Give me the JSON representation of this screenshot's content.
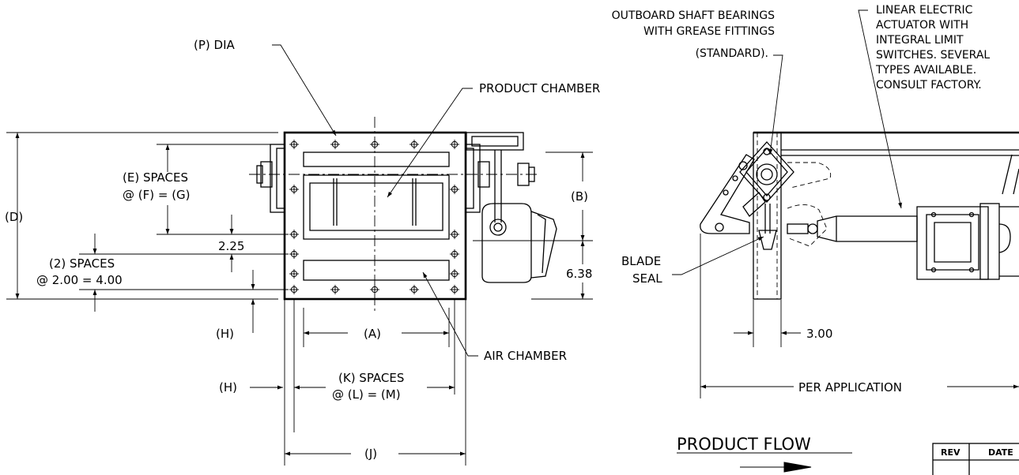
{
  "front_view": {
    "p_dia": "(P) DIA",
    "product_chamber": "PRODUCT CHAMBER",
    "e_spaces_line1": "(E) SPACES",
    "e_spaces_line2": "@ (F) = (G)",
    "d_label": "(D)",
    "dim_225": "2.25",
    "two_spaces_line1": "(2) SPACES",
    "two_spaces_line2": "@ 2.00 = 4.00",
    "b_label": "(B)",
    "dim_638": "6.38",
    "h_label_upper": "(H)",
    "a_label": "(A)",
    "air_chamber": "AIR CHAMBER",
    "h_label_lower": "(H)",
    "k_spaces_line1": "(K) SPACES",
    "k_spaces_line2": "@ (L) = (M)",
    "j_label": "(J)"
  },
  "side_view": {
    "bearings_line1": "OUTBOARD SHAFT BEARINGS",
    "bearings_line2": "WITH GREASE FITTINGS",
    "bearings_line3": "(STANDARD).",
    "actuator_line1": "LINEAR ELECTRIC",
    "actuator_line2": "ACTUATOR WITH",
    "actuator_line3": "INTEGRAL LIMIT",
    "actuator_line4": "SWITCHES. SEVERAL",
    "actuator_line5": "TYPES AVAILABLE.",
    "actuator_line6": "CONSULT FACTORY.",
    "blade_line1": "BLADE",
    "blade_line2": "SEAL",
    "dim_300": "3.00",
    "per_application": "PER APPLICATION",
    "product_flow": "PRODUCT FLOW"
  },
  "revision_table": {
    "rev_header": "REV",
    "date_header": "DATE"
  }
}
